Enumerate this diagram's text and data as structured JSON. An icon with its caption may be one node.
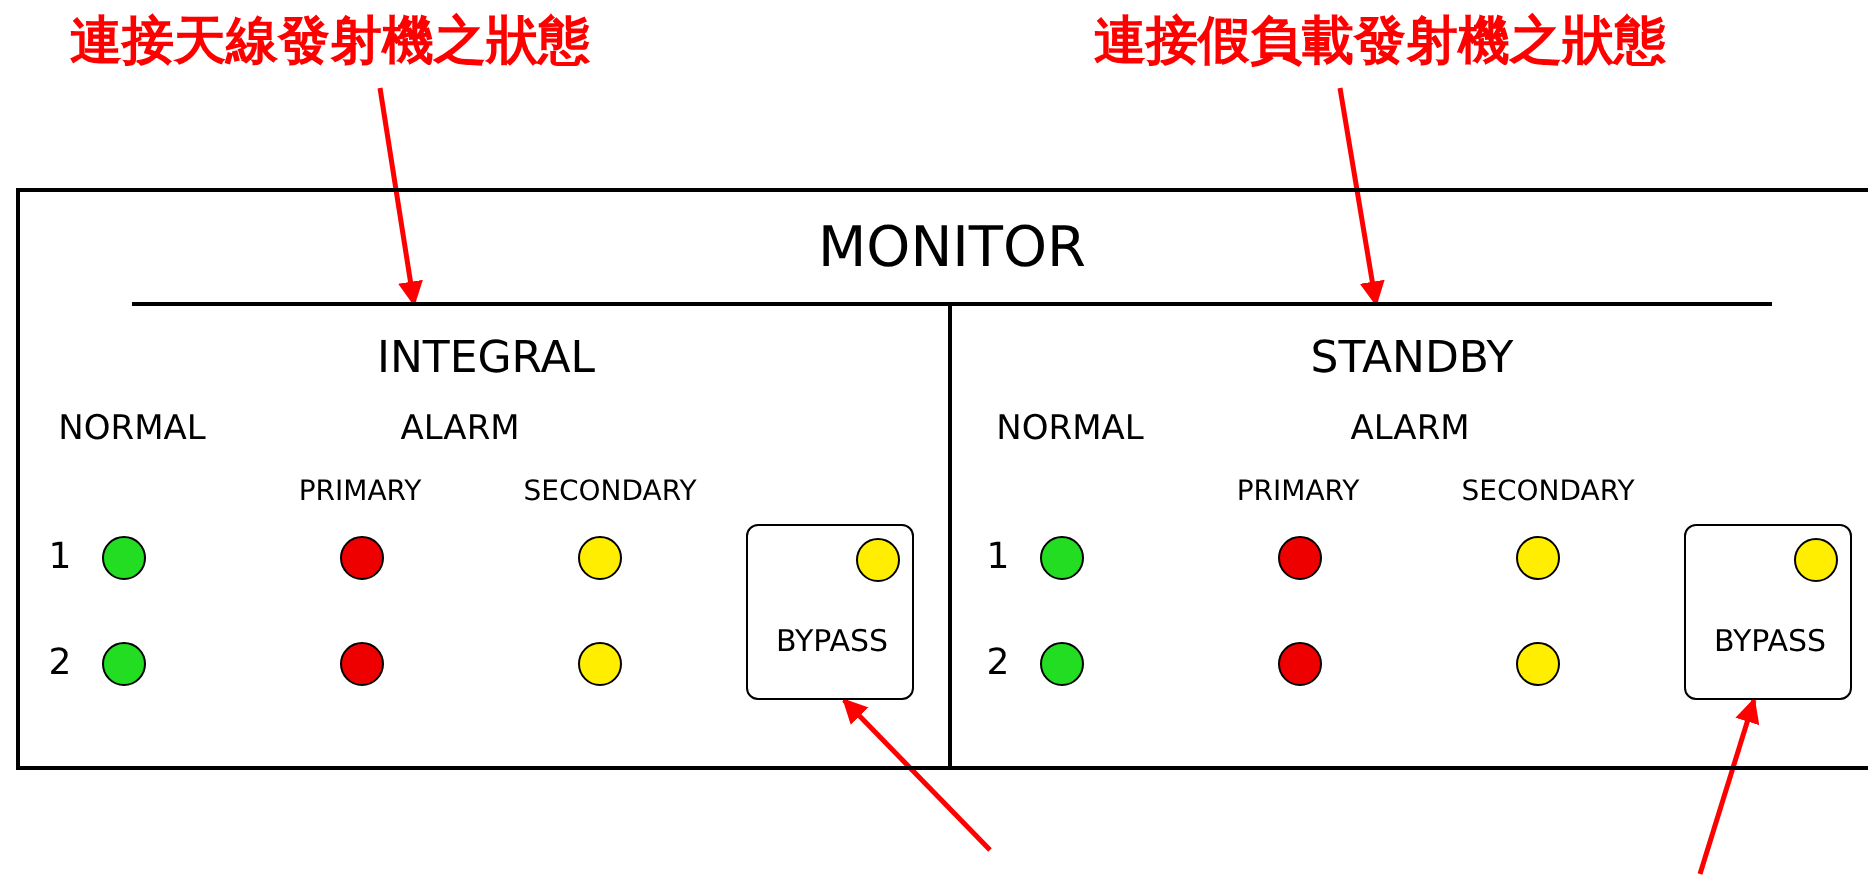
{
  "diagram": {
    "nodes": [
      {
        "text": [
          "連接天線發射機之狀態"
        ]
      },
      {
        "text": [
          "連接假負載發射機之狀態"
        ]
      },
      {
        "text": [
          "MONITOR"
        ]
      },
      {
        "text": [
          "INTEGRAL"
        ],
        "in": 2
      },
      {
        "text": [
          "STANDBY"
        ],
        "in": 2
      },
      {
        "text": [
          "BYPASS"
        ],
        "in": 3
      },
      {
        "text": [
          "BYPASS"
        ],
        "in": 4
      }
    ],
    "edges": [
      {
        "from": 0,
        "to": 3,
        "arrow": "to"
      },
      {
        "from": 1,
        "to": 4,
        "arrow": "to"
      },
      {
        "from": null,
        "to": 5,
        "arrow": "to"
      },
      {
        "from": null,
        "to": 6,
        "arrow": "to"
      }
    ],
    "labels": [
      "NORMAL",
      "ALARM",
      "NORMAL",
      "ALARM",
      "PRIMARY",
      "SECONDARY",
      "PRIMARY",
      "SECONDARY",
      "1",
      "1",
      "2",
      "2"
    ]
  }
}
